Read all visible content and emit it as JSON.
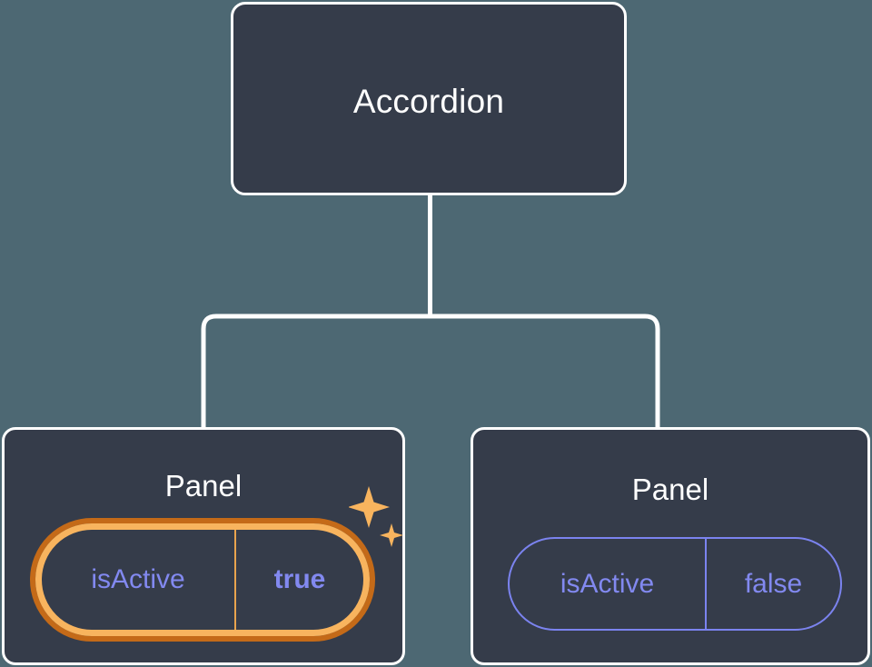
{
  "canvas": {
    "background_color": "#4d6873",
    "card_fill_color": "#353c4a",
    "card_border_color": "#ffffff",
    "connector_color": "#ffffff"
  },
  "tree": {
    "root": {
      "label": "Accordion"
    },
    "children": [
      {
        "label": "Panel",
        "highlighted": true,
        "prop": {
          "key": "isActive",
          "value": "true",
          "key_color": "#8289f0",
          "value_color": "#8289f0",
          "outer_ring_color": "#c46a18",
          "inner_ring_color": "#f8b45e",
          "divider_color": "#e9a44e"
        },
        "sparkle": {
          "icon": "sparkle-icon",
          "color": "#f8b45e"
        }
      },
      {
        "label": "Panel",
        "highlighted": false,
        "prop": {
          "key": "isActive",
          "value": "false",
          "key_color": "#8289f0",
          "value_color": "#8289f0",
          "border_color": "#7b83ef",
          "divider_color": "#7b83ef"
        }
      }
    ]
  }
}
